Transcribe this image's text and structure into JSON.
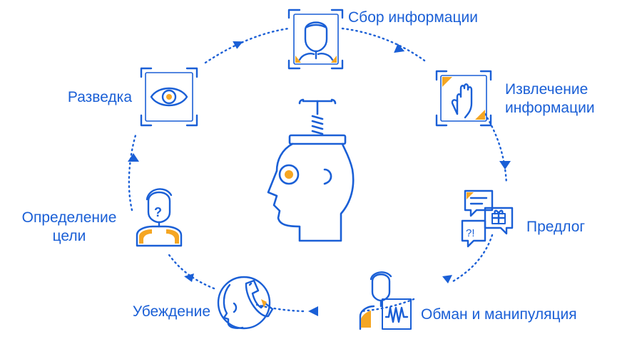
{
  "colors": {
    "primary": "#1a5fd6",
    "accent": "#f5a623",
    "background": "#ffffff"
  },
  "center": {
    "icon": "head-with-corkscrew-icon"
  },
  "stages": [
    {
      "id": "collect",
      "label": "Сбор информации",
      "icon": "face-scan-icon"
    },
    {
      "id": "extract",
      "label": "Извлечение информации",
      "icon": "hand-scan-icon"
    },
    {
      "id": "pretext",
      "label": "Предлог",
      "icon": "chat-bubbles-gift-icon"
    },
    {
      "id": "deception",
      "label": "Обман и манипуляция",
      "icon": "person-polygraph-icon"
    },
    {
      "id": "persuasion",
      "label": "Убеждение",
      "icon": "phone-call-head-icon"
    },
    {
      "id": "target",
      "label": "Определение цели",
      "icon": "person-question-icon"
    },
    {
      "id": "recon",
      "label": "Разведка",
      "icon": "eye-scan-icon"
    }
  ]
}
